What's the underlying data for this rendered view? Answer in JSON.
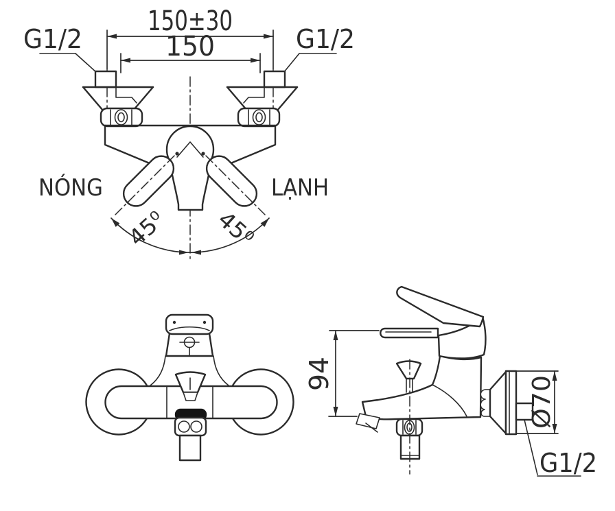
{
  "drawing": {
    "top_view": {
      "dim_overall": "150±30",
      "dim_spacing": "150",
      "thread_left": "G1/2",
      "thread_right": "G1/2",
      "hot_label": "NÓNG",
      "cold_label": "LẠNH",
      "angle_left": "45⁰",
      "angle_right": "45⁰"
    },
    "side_view": {
      "height_dim": "94",
      "flange_diameter_dim": "Ø70",
      "wall_thread": "G1/2"
    },
    "colors": {
      "line": "#2b2b2b",
      "background": "#ffffff",
      "spout_mouth_fill": "#141414"
    }
  }
}
